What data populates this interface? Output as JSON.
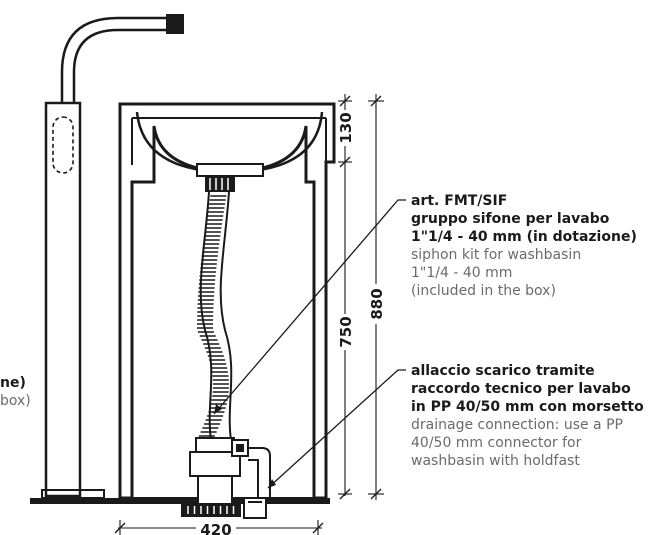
{
  "dimensions": {
    "top_height": "130",
    "siphon_height": "750",
    "total_height": "880",
    "width": "420"
  },
  "callout_siphon": {
    "line1_prefix": "art. ",
    "line1_code": "FMT/SIF",
    "line2": "gruppo sifone per lavabo",
    "line3": "1\"1/4 - 40 mm (in dotazione)",
    "line4": "siphon kit for washbasin",
    "line5": "1\"1/4 - 40 mm",
    "line6": "(included in the box)"
  },
  "callout_drain": {
    "line1": "allaccio scarico tramite",
    "line2": "raccordo tecnico per lavabo",
    "line3": "in PP 40/50 mm con morsetto",
    "line4": "drainage connection: use a PP",
    "line5": "40/50 mm connector for",
    "line6": "washbasin with holdfast"
  },
  "callout_left_partial": {
    "line1": "ne)",
    "line2": "box)"
  },
  "colors": {
    "ink": "#1a1a1a",
    "secondary_text": "#6b6b6b"
  }
}
